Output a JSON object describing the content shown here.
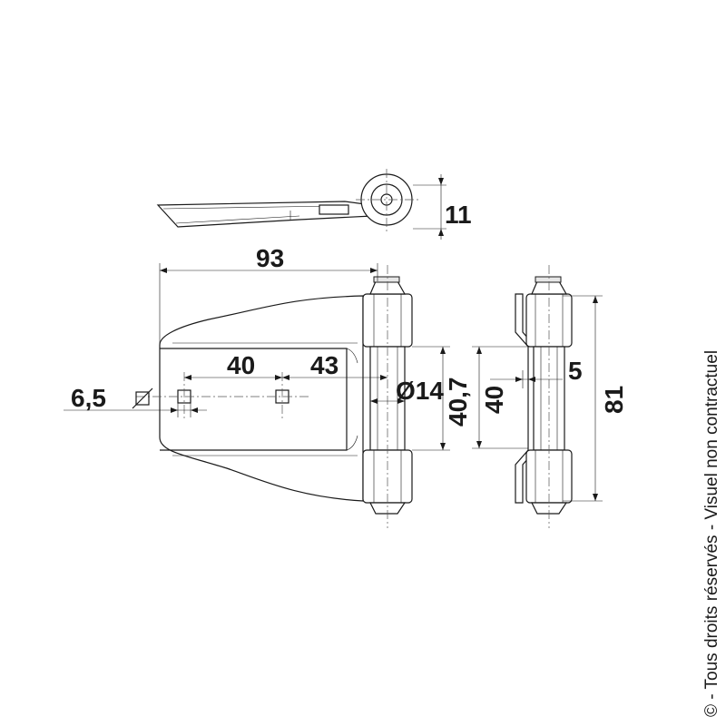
{
  "dimensions": {
    "thickness": "11",
    "overall_length": "93",
    "hole_spacing": "40",
    "axis_to_hole": "43",
    "hole_size_label": "6,5",
    "pin_diameter": "Ø14",
    "knuckle_gap": "40,7",
    "side_gap": "40",
    "side_offset": "5",
    "overall_height": "81"
  },
  "copyright": "© - Tous droits réservés - Visuel non contractuel",
  "colors": {
    "line": "#1a1a1a",
    "fill": "#ffffff",
    "shade": "#e6e6e6"
  },
  "icons": {
    "square_hole_symbol": "square-hole-icon"
  }
}
